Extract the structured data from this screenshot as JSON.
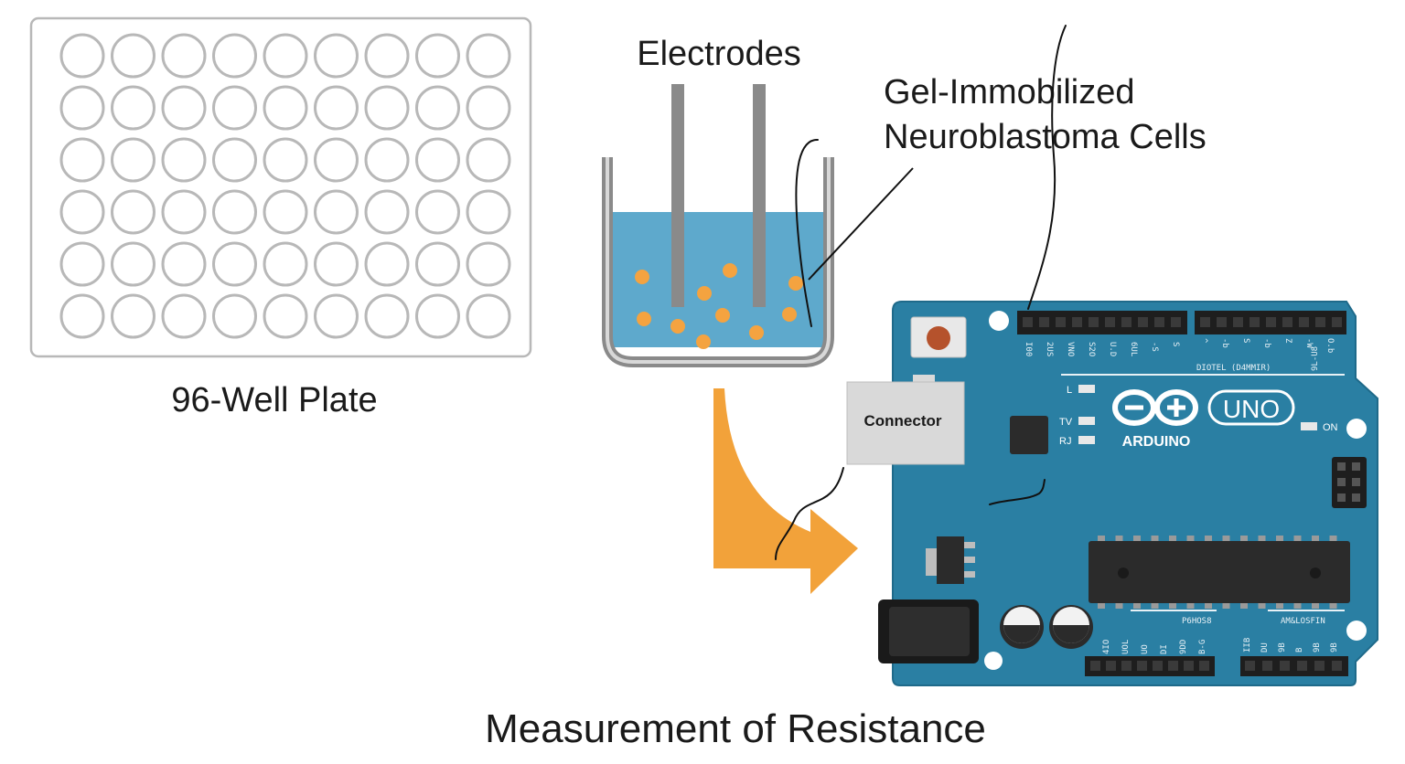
{
  "labels": {
    "plate": "96-Well Plate",
    "electrodes": "Electrodes",
    "cells_line1": "Gel-Immobilized",
    "cells_line2": "Neuroblastoma Cells",
    "connector": "Connector",
    "measurement": "Measurement of Resistance"
  },
  "arduino": {
    "brand": "ARDUINO",
    "model": "UNO",
    "digital_header": "DIOTEL (D4MMIR)",
    "on_led": "ON",
    "led_l": "L",
    "led_tx": "TV",
    "led_rx": "RJ",
    "power_header": "P6HOS8",
    "analog_header": "AM&LOSFIN",
    "top_pins": [
      "I00",
      "2US",
      "VNO",
      "S2O",
      "U.D",
      "6UL",
      "-S",
      "S"
    ],
    "top_pins_right": [
      "^",
      "-b",
      "S",
      "-b",
      "Z",
      "-W",
      "O.b"
    ],
    "bottom_pins_left": [
      "4IO",
      "UOL",
      "UO",
      "DI",
      "9DD",
      "B-G"
    ],
    "bottom_pins_right": [
      "IIB",
      "DU",
      "9B",
      "B",
      "9B",
      "9B"
    ],
    "bottom_pin_extra": "9L-U8"
  },
  "plate": {
    "rows": 6,
    "cols": 9
  },
  "colors": {
    "board": "#2a7fa3",
    "board_edge": "#1f6a8a",
    "liquid": "#5ea9cc",
    "cell_dot": "#f4a340",
    "arrow": "#f2a23a",
    "well_stroke": "#b8b8b8",
    "plate_stroke": "#b8b8b8"
  },
  "icons": {
    "arduino_logo": "infinity-logo-icon",
    "arrow": "curved-arrow-icon"
  }
}
